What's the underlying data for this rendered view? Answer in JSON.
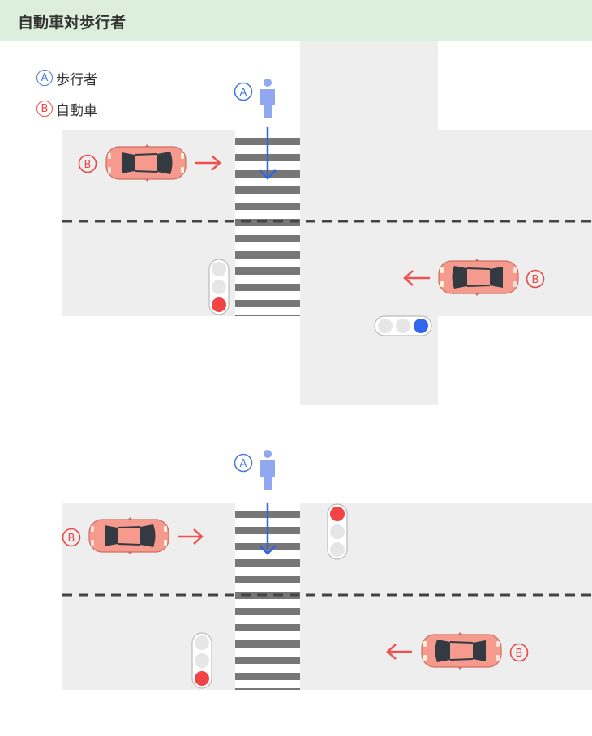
{
  "header": {
    "title": "自動車対歩行者"
  },
  "legend": [
    {
      "symbol": "A",
      "label": "歩行者",
      "color": "#4a7bd8"
    },
    {
      "symbol": "B",
      "label": "自動車",
      "color": "#e84848"
    }
  ],
  "labels": {
    "pedestrian": "A",
    "car": "B"
  },
  "colors": {
    "road": "#eeeeee",
    "stripe": "#777777",
    "center_line": "#444444",
    "arrow_red": "#f05050",
    "arrow_blue": "#3366dd",
    "pedestrian": "#8fa8ef",
    "car_body": "#f59a8c",
    "signal_red": "#f24444",
    "signal_blue": "#3366ee",
    "signal_off": "#e6e6e6"
  },
  "scenes": [
    {
      "name": "top-scene",
      "side_signal": "blue"
    },
    {
      "name": "bottom-scene",
      "side_signal": "red"
    }
  ]
}
